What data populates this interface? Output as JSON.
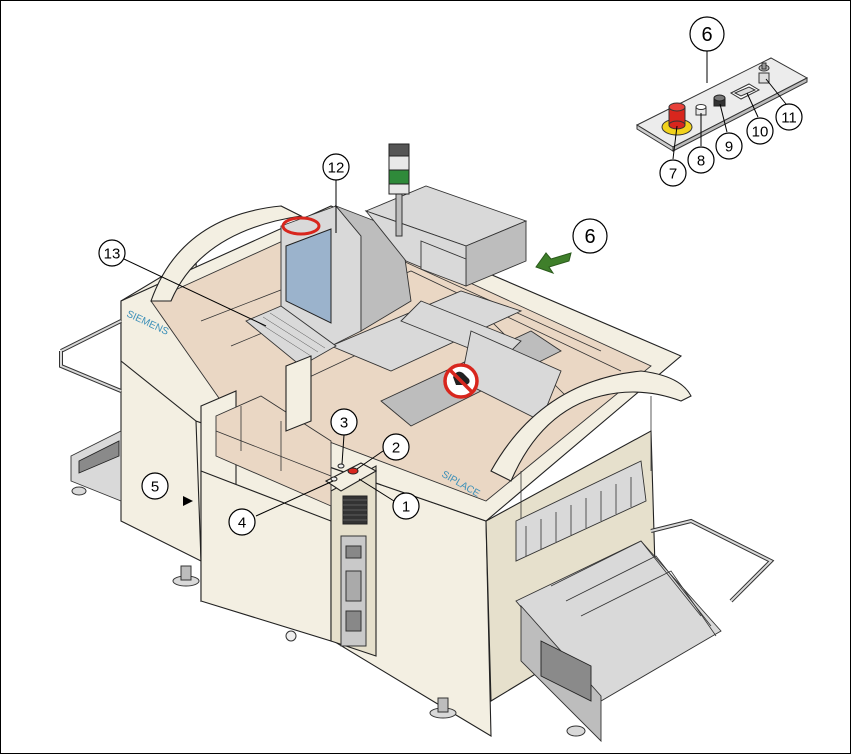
{
  "brand_labels": {
    "left": "SIEMENS",
    "right": "SIPLACE"
  },
  "callouts": [
    {
      "id": "c1",
      "label": "1"
    },
    {
      "id": "c2",
      "label": "2"
    },
    {
      "id": "c3",
      "label": "3"
    },
    {
      "id": "c4",
      "label": "4"
    },
    {
      "id": "c5",
      "label": "5"
    },
    {
      "id": "c6-top",
      "label": "6"
    },
    {
      "id": "c6-arrow",
      "label": "6"
    },
    {
      "id": "c7",
      "label": "7"
    },
    {
      "id": "c8",
      "label": "8"
    },
    {
      "id": "c9",
      "label": "9"
    },
    {
      "id": "c10",
      "label": "10"
    },
    {
      "id": "c11",
      "label": "11"
    },
    {
      "id": "c12",
      "label": "12"
    },
    {
      "id": "c13",
      "label": "13"
    }
  ],
  "colors": {
    "accent_arrow": "#3f7f2a",
    "brand_text": "#3b8fb8",
    "machine_body": "#f3efe2",
    "machine_interior": "#ead7c4",
    "monitor_screen": "#9bb3cc",
    "emergency_stop": "#d8261d",
    "emergency_base": "#f2d21c",
    "signal_green": "#2f8a3a"
  },
  "icons": [
    "no-hands-warning-icon",
    "direction-arrow-icon",
    "emergency-stop-icon"
  ]
}
